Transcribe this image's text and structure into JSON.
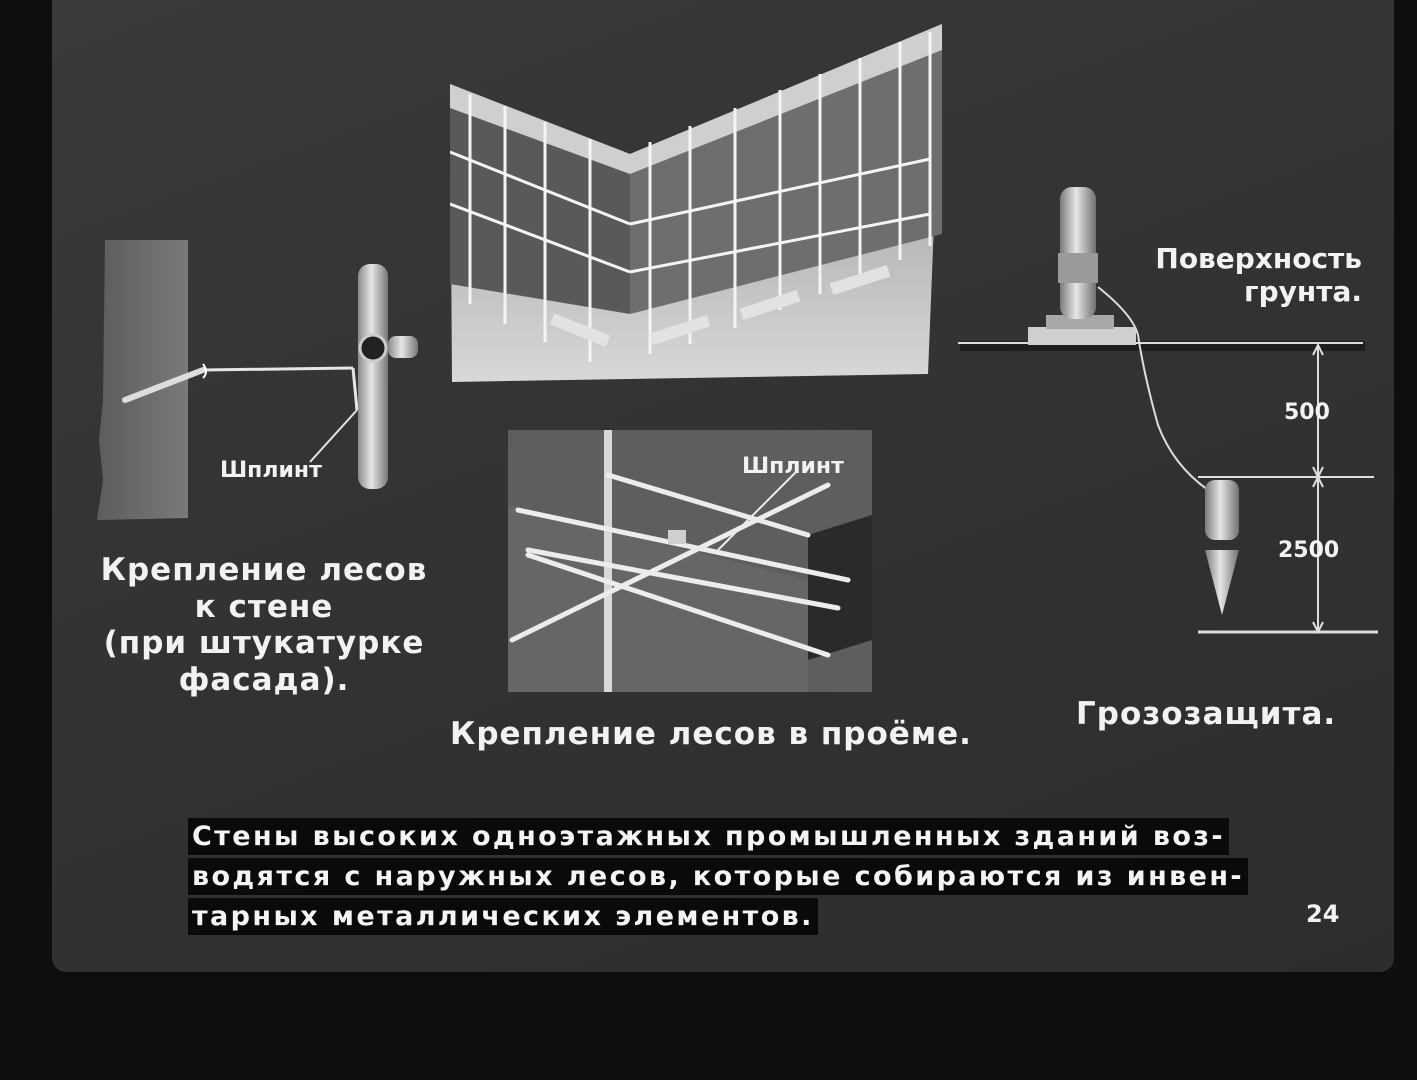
{
  "labels": {
    "wall_pin": "Шплинт",
    "wall_caption": "Крепление лесов\nк стене\n(при штукатурке\nфасада).",
    "opening_pin": "Шплинт",
    "opening_caption": "Крепление лесов в проёме.",
    "ground_surface": "Поверхность\nгрунта.",
    "dim_500": "500",
    "dim_2500": "2500",
    "lightning_caption": "Грозозащита."
  },
  "caption": {
    "lines": [
      "Стены высоких одноэтажных промышленных зданий воз-",
      "водятся с наружных лесов, которые собираются из инвен-",
      "тарных металлических элементов."
    ]
  },
  "page_number": "24",
  "colors": {
    "background": "#333333",
    "label_text": "#f2f2f2",
    "caption_band": "#0a0a0a"
  }
}
